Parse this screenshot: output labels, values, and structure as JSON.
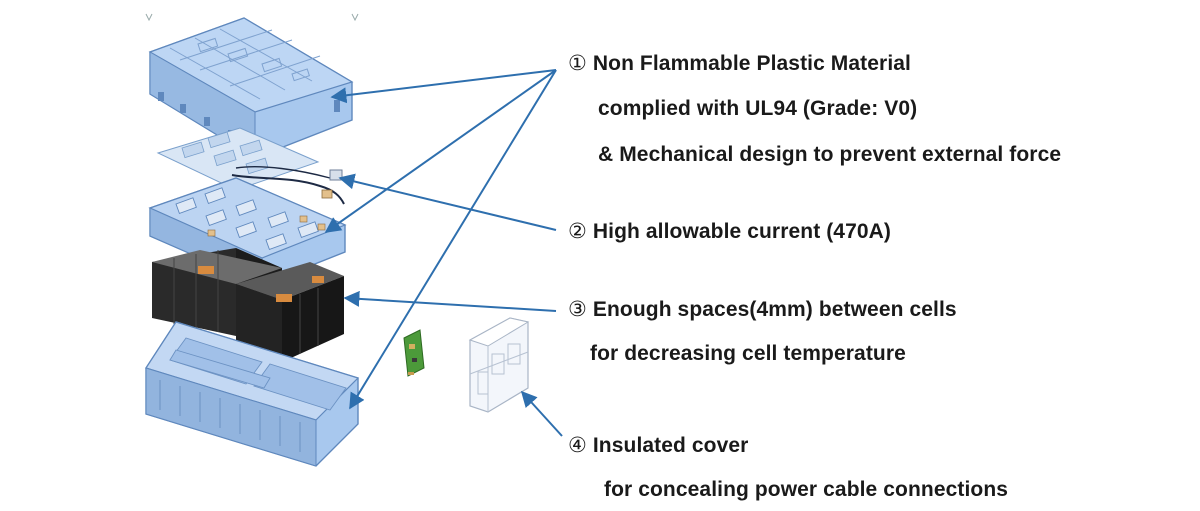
{
  "colors": {
    "part_fill": "#a8c8ee",
    "part_edge": "#5f88bd",
    "cell_fill": "#262626",
    "arrow": "#2e6fae",
    "text": "#1a1a1a",
    "pcb": "#4c9a3a",
    "insulator": "#eef2f8"
  },
  "icons": [
    "upper-case-icon",
    "busbar-plate-icon",
    "busbar-tray-icon",
    "battery-cells-icon",
    "lower-case-icon",
    "pcb-board-icon",
    "insulated-cover-icon"
  ],
  "callouts": [
    {
      "number": "①",
      "lines": [
        "Non Flammable Plastic Material",
        "complied with UL94 (Grade: V0)",
        "& Mechanical design to prevent external force"
      ]
    },
    {
      "number": "②",
      "lines": [
        "High allowable current (470A)"
      ]
    },
    {
      "number": "③",
      "lines": [
        "Enough spaces(4mm) between cells",
        "for decreasing cell temperature"
      ]
    },
    {
      "number": "④",
      "lines": [
        "Insulated cover",
        "for concealing power cable connections"
      ]
    }
  ]
}
